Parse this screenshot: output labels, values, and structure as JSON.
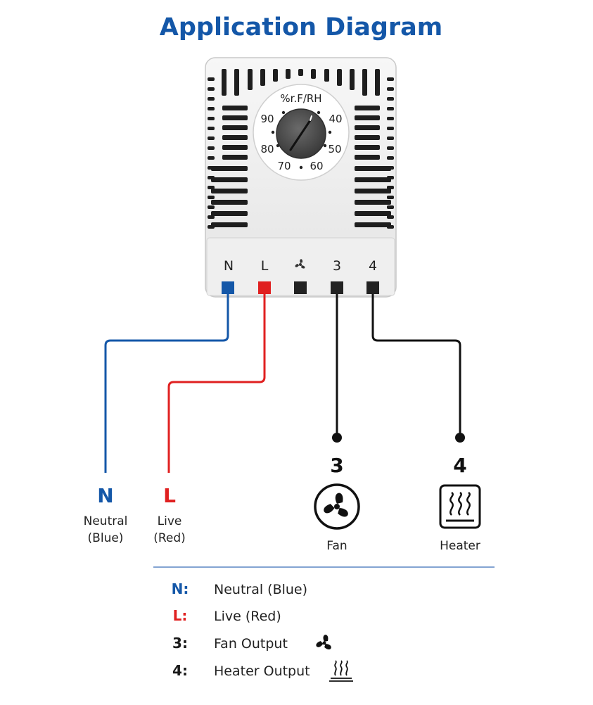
{
  "title": "Application Diagram",
  "dial": {
    "unit": "%r.F/RH",
    "scale": [
      "90",
      "40",
      "80",
      "50",
      "70",
      "60"
    ]
  },
  "terminals": [
    "N",
    "L",
    "3",
    "4"
  ],
  "outputs": {
    "neutral": {
      "key": "N",
      "line1": "Neutral",
      "line2": "(Blue)",
      "color": "#1457a8"
    },
    "live": {
      "key": "L",
      "line1": "Live",
      "line2": "(Red)",
      "color": "#e02020"
    },
    "fan": {
      "key": "3",
      "label": "Fan"
    },
    "heater": {
      "key": "4",
      "label": "Heater"
    }
  },
  "legend": [
    {
      "key": "N:",
      "text": "Neutral  (Blue)",
      "color": "#1457a8"
    },
    {
      "key": "L:",
      "text": "Live  (Red)",
      "color": "#e02020"
    },
    {
      "key": "3:",
      "text": "Fan Output",
      "color": "#1a1a1a",
      "icon": "fan-icon"
    },
    {
      "key": "4:",
      "text": "Heater Output",
      "color": "#1a1a1a",
      "icon": "heater-icon"
    }
  ]
}
